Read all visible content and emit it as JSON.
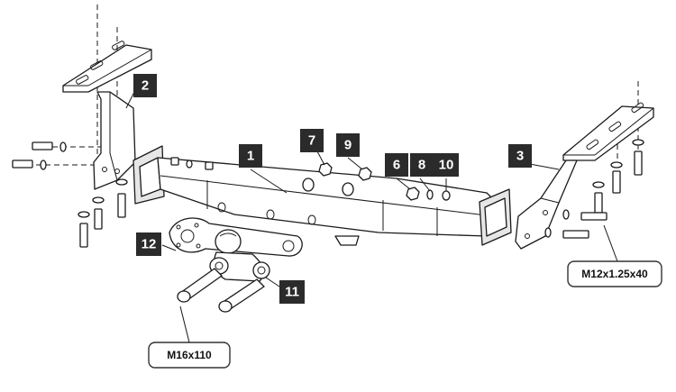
{
  "callouts": [
    {
      "id": "1",
      "label": "1"
    },
    {
      "id": "2",
      "label": "2"
    },
    {
      "id": "3",
      "label": "3"
    },
    {
      "id": "6",
      "label": "6"
    },
    {
      "id": "7",
      "label": "7"
    },
    {
      "id": "8",
      "label": "8"
    },
    {
      "id": "9",
      "label": "9"
    },
    {
      "id": "10",
      "label": "10"
    },
    {
      "id": "11",
      "label": "11"
    },
    {
      "id": "12",
      "label": "12"
    }
  ],
  "specs": {
    "left_bolt": "M16x110",
    "right_bolt": "M12x1.25x40"
  },
  "colors": {
    "badge": "#2b2b2b",
    "line": "#1a1a1a",
    "background": "#ffffff"
  }
}
